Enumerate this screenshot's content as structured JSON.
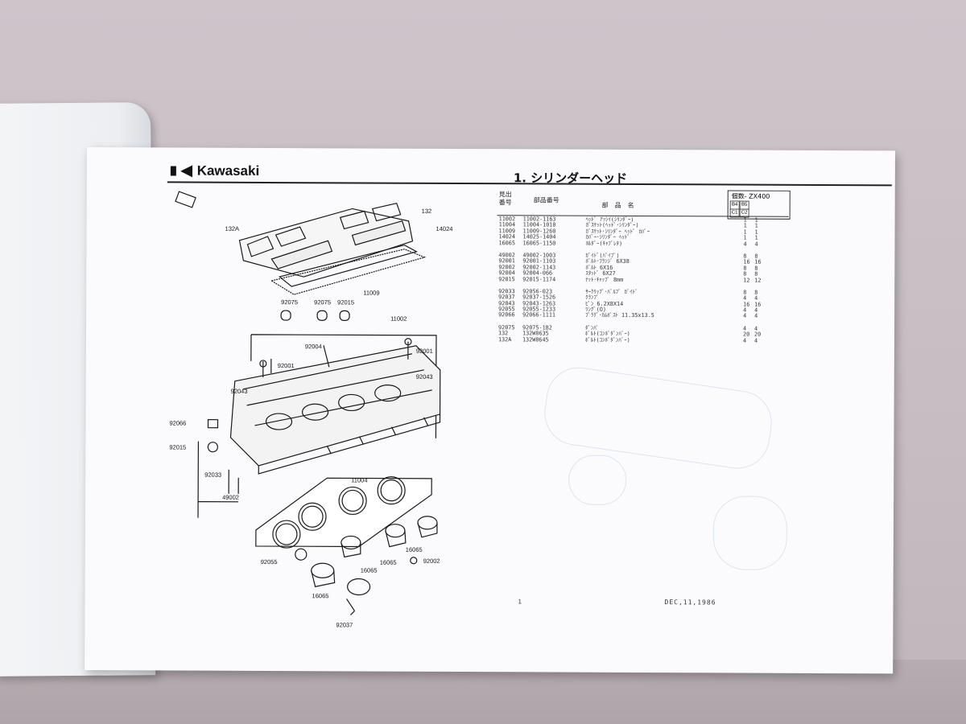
{
  "brand": "Kawasaki",
  "section_title": "1.  シリンダーヘッド",
  "top_code": "",
  "columns": {
    "ref_no": "見出\n番号",
    "part_no": "部品番号",
    "part_name": "部　品　名"
  },
  "qty_header": {
    "label": "個数- ZX400",
    "cols": [
      "B4",
      "B5",
      "C1",
      "C2"
    ]
  },
  "part_groups": [
    [
      {
        "ref": "11002",
        "part": "11002-1163",
        "name": "ﾍｯﾄﾞ ｱｯｼｲ(ｼﾘﾝﾀﾞｰ)",
        "q1": "1",
        "q2": "1"
      },
      {
        "ref": "11004",
        "part": "11004-1010",
        "name": "ｶﾞｽｹｯﾄ(ﾍｯﾄﾞ･ｼﾘﾝﾀﾞｰ)",
        "q1": "1",
        "q2": "1"
      },
      {
        "ref": "11009",
        "part": "11009-1260",
        "name": "ｶﾞｽｹｯﾄ･ｼﾘﾝﾀﾞｰ ﾍｯﾄﾞ ｶﾊﾞｰ",
        "q1": "1",
        "q2": "1"
      },
      {
        "ref": "14024",
        "part": "14025-1404",
        "name": "ｶﾊﾞｰ･ｼﾘﾝﾀﾞｰ ﾍｯﾄﾞ",
        "q1": "1",
        "q2": "1"
      },
      {
        "ref": "16065",
        "part": "16065-1150",
        "name": "ﾎﾙﾀﾞｰ(ｷｬﾌﾞﾚﾀ)",
        "q1": "4",
        "q2": "4"
      }
    ],
    [
      {
        "ref": "49002",
        "part": "49002-1003",
        "name": "ｶﾞｲﾄﾞ(ﾊﾟｲﾌﾟ)",
        "q1": "8",
        "q2": "8"
      },
      {
        "ref": "92001",
        "part": "92001-1103",
        "name": "ﾎﾞﾙﾄ･ﾌﾗﾝｼﾞ 6X38",
        "q1": "16",
        "q2": "16"
      },
      {
        "ref": "92002",
        "part": "92002-1143",
        "name": "ﾎﾞﾙﾄ 6X16",
        "q1": "8",
        "q2": "8"
      },
      {
        "ref": "92004",
        "part": "92004-066",
        "name": "ｽﾀｯﾄﾞ 6X27",
        "q1": "8",
        "q2": "8"
      },
      {
        "ref": "92015",
        "part": "92015-1174",
        "name": "ﾅｯﾄ･ｷｬｯﾌﾟ 8mm",
        "q1": "12",
        "q2": "12"
      }
    ],
    [
      {
        "ref": "92033",
        "part": "92056-023",
        "name": "ｻｰｸﾘｯﾌﾟ･ﾊﾞﾙﾌﾞ ｶﾞｲﾄﾞ",
        "q1": "8",
        "q2": "8"
      },
      {
        "ref": "92037",
        "part": "92037-1526",
        "name": "ｸﾗﾝﾌﾟ",
        "q1": "4",
        "q2": "4"
      },
      {
        "ref": "92043",
        "part": "92043-1263",
        "name": "ﾋﾟﾝ 6.2X8X14",
        "q1": "16",
        "q2": "16"
      },
      {
        "ref": "92055",
        "part": "92055-1233",
        "name": "ﾘﾝｸﾞ(O)",
        "q1": "4",
        "q2": "4"
      },
      {
        "ref": "92066",
        "part": "92066-1111",
        "name": "ﾌﾟﾗｸﾞ･ｶﾑﾎﾟｽﾄ 11.35x13.5",
        "q1": "4",
        "q2": "4"
      }
    ],
    [
      {
        "ref": "92075",
        "part": "92075-182",
        "name": "ﾀﾞﾝﾊﾟ",
        "q1": "4",
        "q2": "4"
      },
      {
        "ref": "132",
        "part": "132W0635",
        "name": "ﾎﾞﾙﾄ(ｺﾝﾎﾞﾀﾞﾝﾊﾟｰ)",
        "q1": "20",
        "q2": "20"
      },
      {
        "ref": "132A",
        "part": "132W0645",
        "name": "ﾎﾞﾙﾄ(ｺﾝﾎﾞﾀﾞﾝﾊﾟｰ)",
        "q1": "4",
        "q2": "4"
      }
    ]
  ],
  "callouts": [
    "132",
    "132A",
    "14024",
    "11009",
    "92075",
    "92075",
    "92015",
    "11002",
    "92004",
    "92001",
    "92001",
    "92043",
    "92043",
    "92066",
    "92015",
    "92033",
    "49002",
    "11004",
    "92055",
    "16065",
    "16065",
    "16065",
    "92002",
    "92037"
  ],
  "page_number": "1",
  "date": "DEC,11,1986",
  "colors": {
    "paper": "#fbfbfd",
    "ink": "#111111",
    "ghost": "#6e96c8"
  }
}
